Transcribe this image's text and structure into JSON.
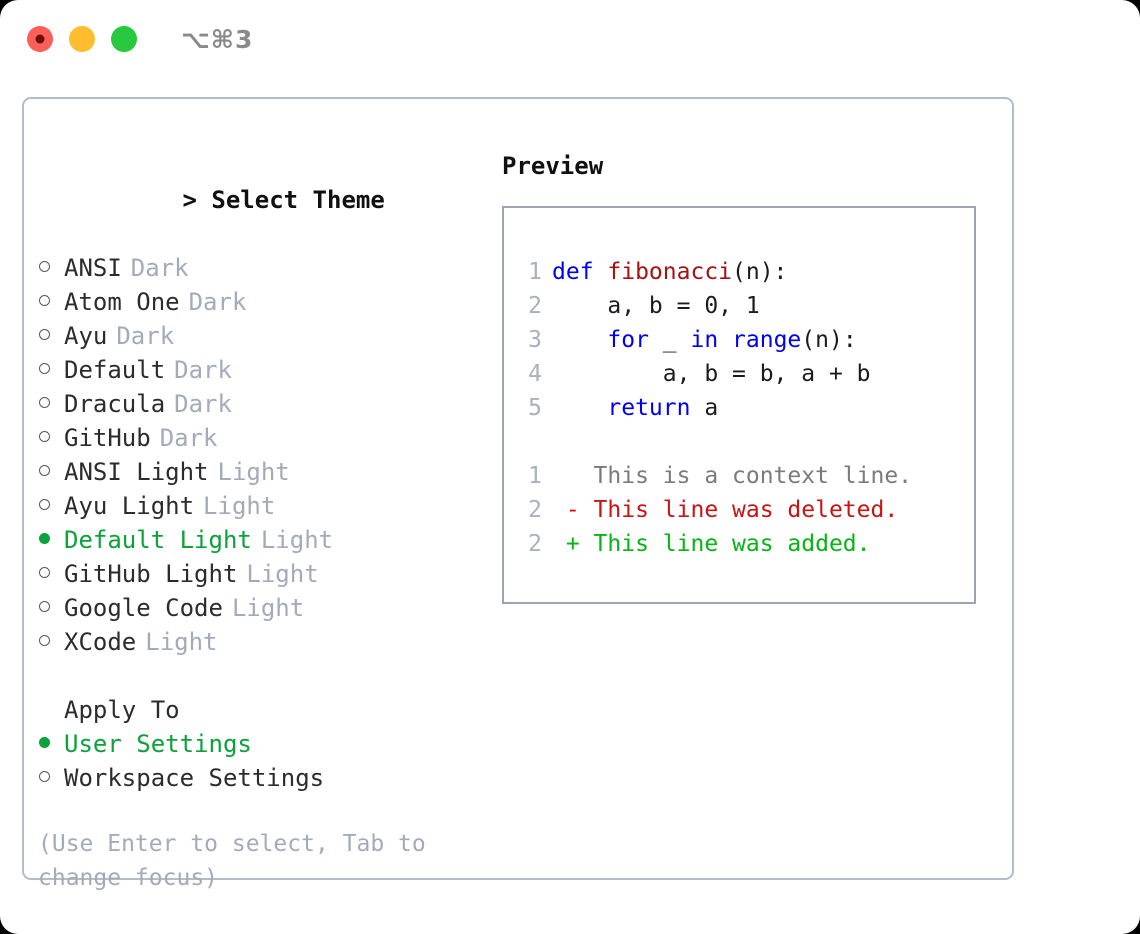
{
  "window": {
    "shortcut": "⌥⌘3",
    "traffic_lights": [
      {
        "name": "close-button",
        "color": "#fc5f58"
      },
      {
        "name": "minimize-button",
        "color": "#fdbd2e"
      },
      {
        "name": "maximize-button",
        "color": "#28c83f"
      }
    ]
  },
  "colors": {
    "accent_green": "#0ba23c",
    "muted": "#a3abba",
    "panel_border": "#b3bcc9",
    "preview_border": "#99a4b4",
    "keyword_blue": "#0000f0",
    "function_red": "#a51212",
    "diff_delete": "#c81414",
    "diff_add": "#06b515",
    "context_gray": "#7b7b7b",
    "line_number": "#a8b1bf"
  },
  "theme_section": {
    "caret": ">",
    "title": "Select Theme",
    "items": [
      {
        "marker": "hollow",
        "label": "ANSI",
        "badge": "Dark",
        "selected": false
      },
      {
        "marker": "hollow",
        "label": "Atom One",
        "badge": "Dark",
        "selected": false
      },
      {
        "marker": "hollow",
        "label": "Ayu",
        "badge": "Dark",
        "selected": false
      },
      {
        "marker": "hollow",
        "label": "Default",
        "badge": "Dark",
        "selected": false
      },
      {
        "marker": "hollow",
        "label": "Dracula",
        "badge": "Dark",
        "selected": false
      },
      {
        "marker": "hollow",
        "label": "GitHub",
        "badge": "Dark",
        "selected": false
      },
      {
        "marker": "hollow",
        "label": "ANSI Light",
        "badge": "Light",
        "selected": false
      },
      {
        "marker": "hollow",
        "label": "Ayu Light",
        "badge": "Light",
        "selected": false
      },
      {
        "marker": "filled",
        "label": "Default Light",
        "badge": "Light",
        "selected": true
      },
      {
        "marker": "hollow",
        "label": "GitHub Light",
        "badge": "Light",
        "selected": false
      },
      {
        "marker": "hollow",
        "label": "Google Code",
        "badge": "Light",
        "selected": false
      },
      {
        "marker": "hollow",
        "label": "XCode",
        "badge": "Light",
        "selected": false
      }
    ]
  },
  "apply_section": {
    "title": "Apply To",
    "items": [
      {
        "marker": "filled",
        "label": "User Settings",
        "selected": true
      },
      {
        "marker": "hollow",
        "label": "Workspace Settings",
        "selected": false
      }
    ]
  },
  "hint": "(Use Enter to select, Tab to change focus)",
  "preview": {
    "title": "Preview",
    "code_lines": [
      {
        "num": "1",
        "tokens": [
          {
            "t": "def ",
            "c": "kw"
          },
          {
            "t": "fibonacci",
            "c": "fn"
          },
          {
            "t": "(n):",
            "c": "pl"
          }
        ]
      },
      {
        "num": "2",
        "tokens": [
          {
            "t": "    a, b = 0, 1",
            "c": "pl"
          }
        ]
      },
      {
        "num": "3",
        "tokens": [
          {
            "t": "    ",
            "c": "pl"
          },
          {
            "t": "for",
            "c": "kw"
          },
          {
            "t": " _ ",
            "c": "pl"
          },
          {
            "t": "in",
            "c": "kw"
          },
          {
            "t": " ",
            "c": "pl"
          },
          {
            "t": "range",
            "c": "kw"
          },
          {
            "t": "(n):",
            "c": "pl"
          }
        ]
      },
      {
        "num": "4",
        "tokens": [
          {
            "t": "        a, b = b, a + b",
            "c": "pl"
          }
        ]
      },
      {
        "num": "5",
        "tokens": [
          {
            "t": "    ",
            "c": "pl"
          },
          {
            "t": "return",
            "c": "kw"
          },
          {
            "t": " a",
            "c": "pl"
          }
        ]
      }
    ],
    "diff_lines": [
      {
        "num": "1",
        "tokens": [
          {
            "t": "   This is a context line.",
            "c": "ctx"
          }
        ]
      },
      {
        "num": "2",
        "tokens": [
          {
            "t": " - This line was deleted.",
            "c": "del"
          }
        ]
      },
      {
        "num": "2",
        "tokens": [
          {
            "t": " + This line was added.",
            "c": "add"
          }
        ]
      }
    ]
  }
}
